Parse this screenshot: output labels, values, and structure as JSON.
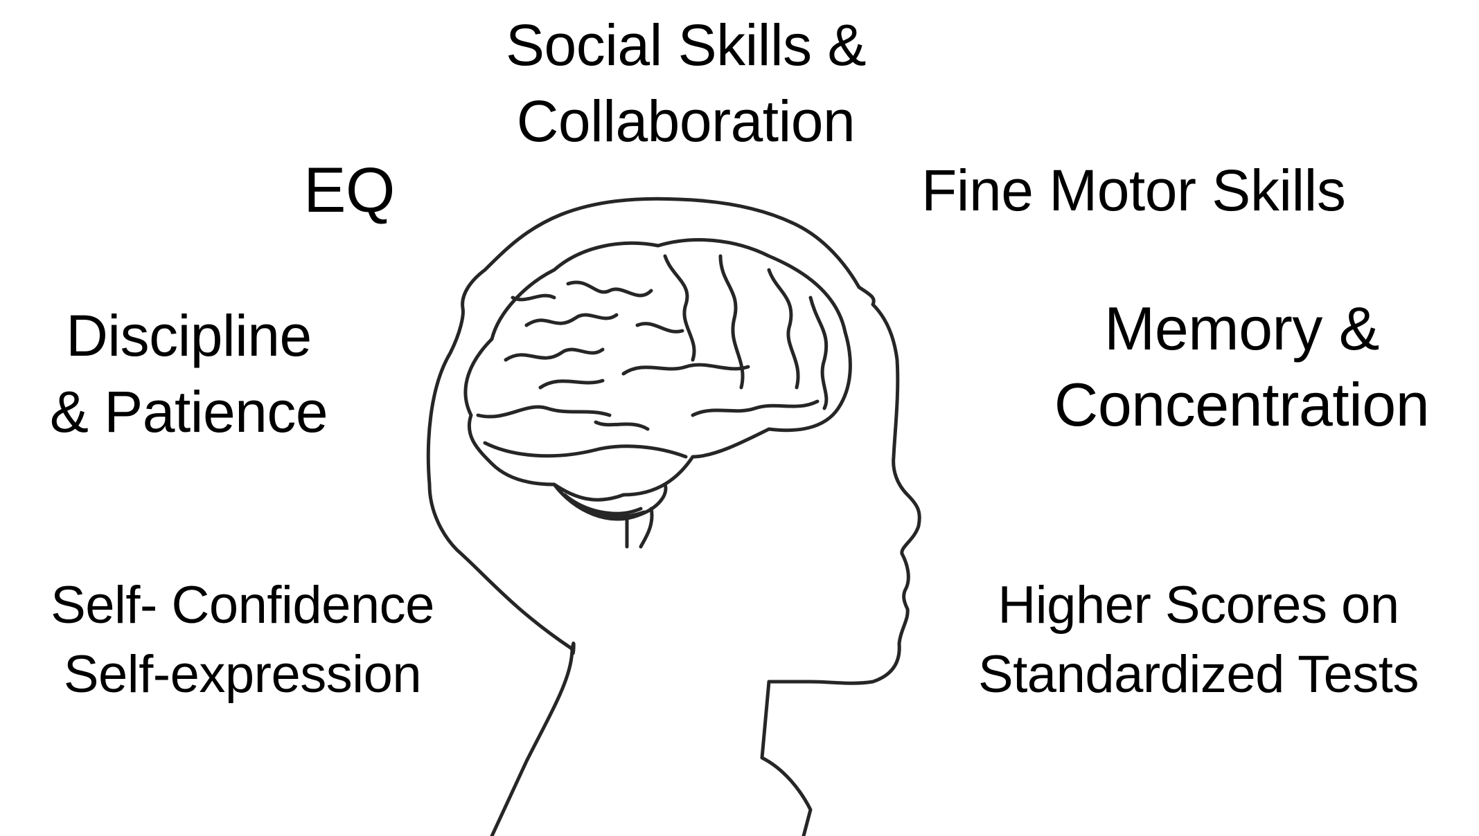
{
  "labels": {
    "social": [
      "Social Skills &",
      "Collaboration"
    ],
    "eq": [
      "EQ"
    ],
    "fine_motor": [
      "Fine Motor Skills"
    ],
    "discipline": [
      "Discipline",
      "& Patience"
    ],
    "memory": [
      "Memory &",
      "Concentration"
    ],
    "self": [
      "Self- Confidence",
      "Self-expression"
    ],
    "higher_scores": [
      "Higher Scores on",
      "Standardized Tests"
    ]
  },
  "colors": {
    "text": "#000000",
    "line": "#262626",
    "background": "#ffffff"
  },
  "icons": [
    "child-head-outline-icon",
    "brain-icon"
  ]
}
